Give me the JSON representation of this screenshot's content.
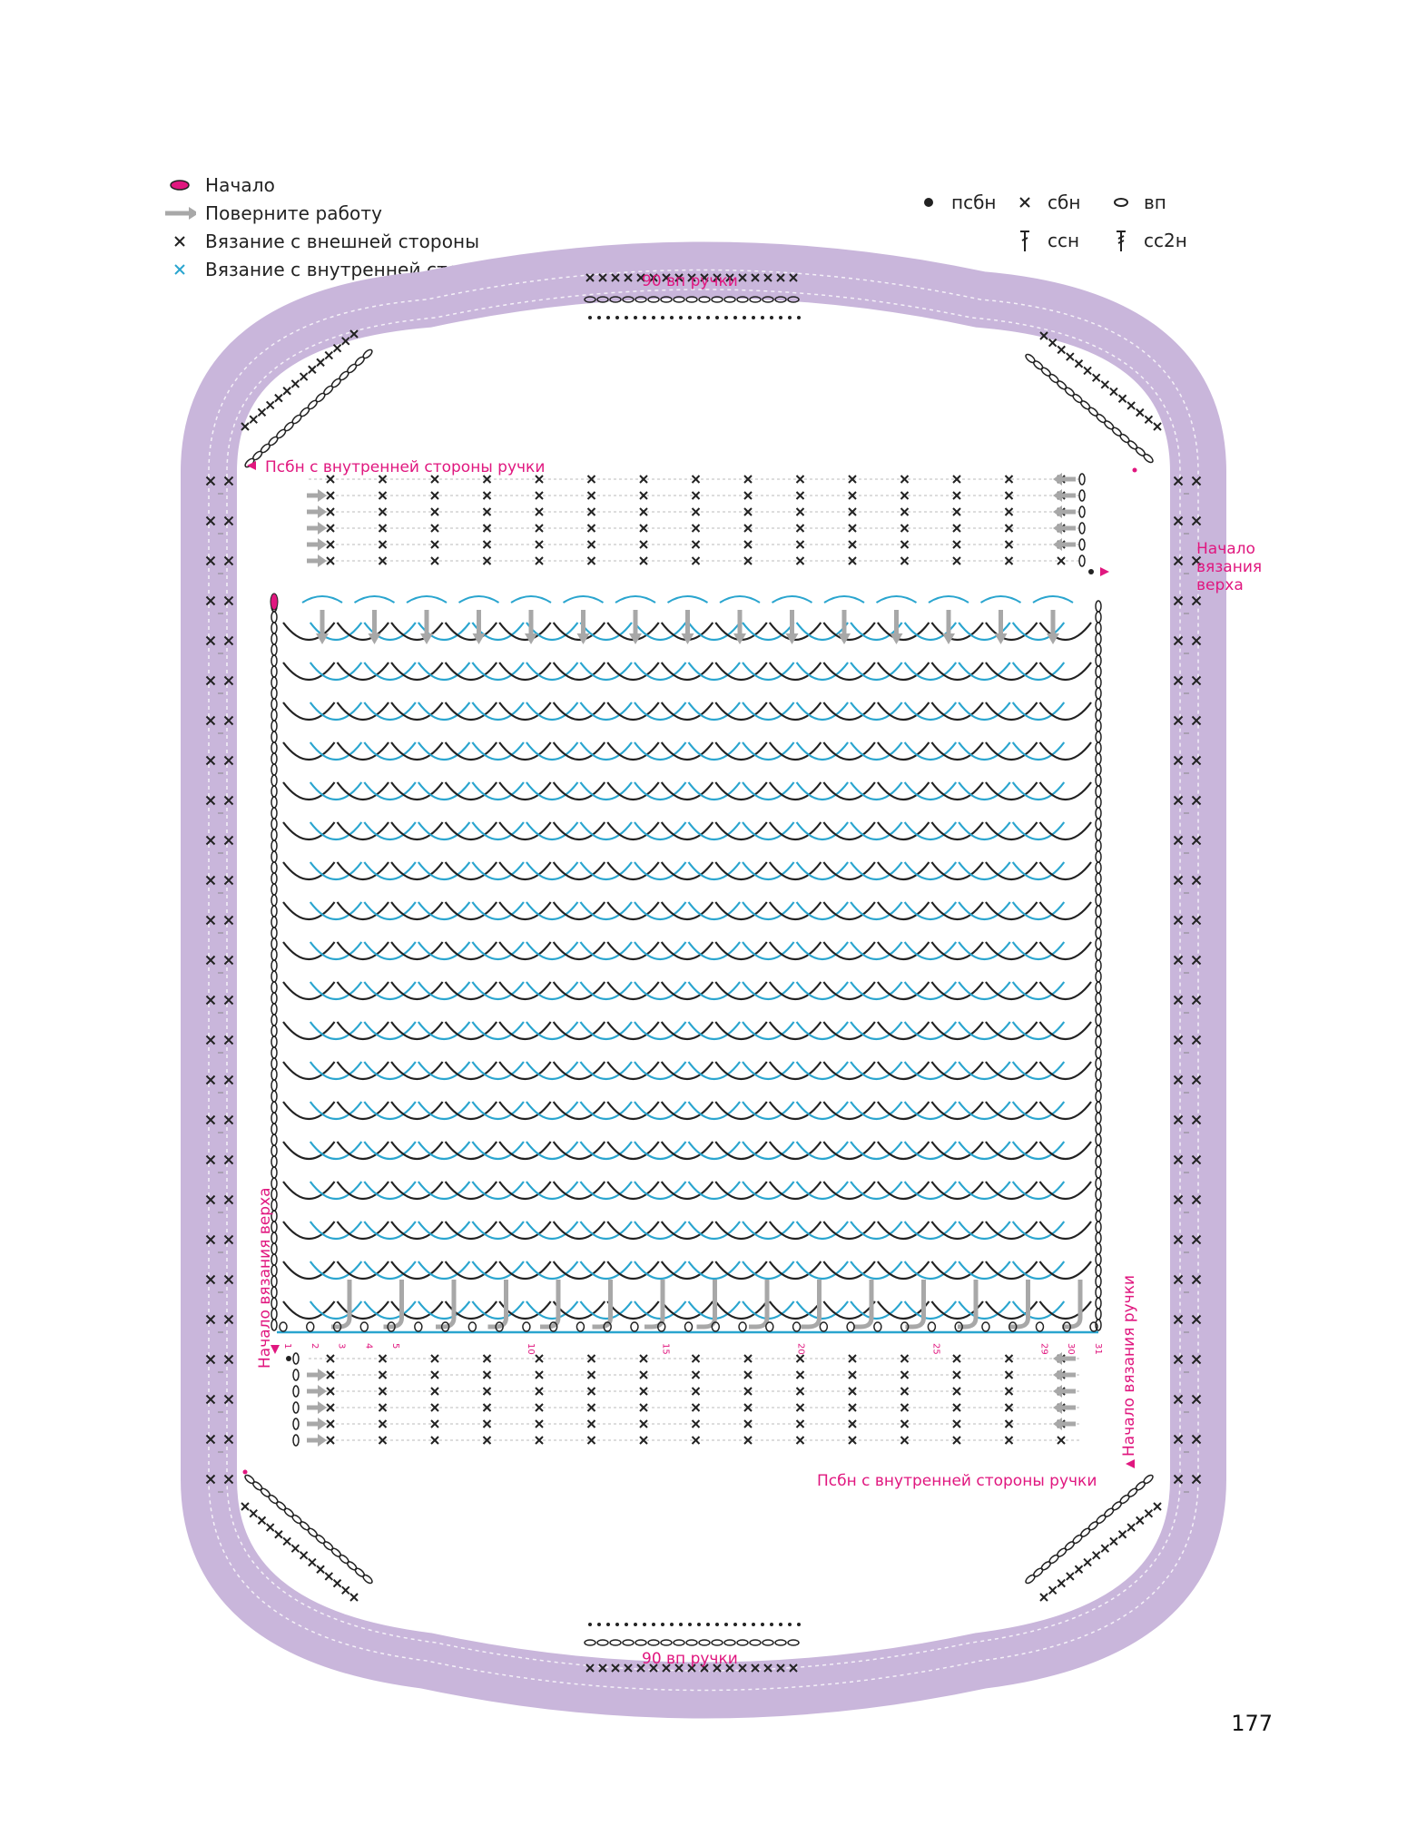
{
  "legend": {
    "items": [
      {
        "symbol": "magenta-oval",
        "label": "Начало"
      },
      {
        "symbol": "gray-arrow",
        "label": "Поверните работу"
      },
      {
        "symbol": "black-cross",
        "label": "Вязание с внешней стороны"
      },
      {
        "symbol": "blue-cross",
        "label": "Вязание с внутренней стороны"
      }
    ]
  },
  "stitch_key": {
    "row1": [
      {
        "symbol": "dot",
        "label": "псбн"
      },
      {
        "symbol": "cross",
        "label": "сбн"
      },
      {
        "symbol": "oval",
        "label": "вп"
      }
    ],
    "row2": [
      {
        "symbol": "dc",
        "label": "ссн"
      },
      {
        "symbol": "tr",
        "label": "сс2н"
      }
    ]
  },
  "annotations": {
    "handle_top": "90 вп ручки",
    "handle_bottom": "90 вп ручки",
    "psbn_top": "Псбн с внутренней стороны ручки",
    "psbn_bottom": "Псбн с внутренней стороны ручки",
    "start_top_right": [
      "Начало",
      "вязания",
      "верха"
    ],
    "start_left_vertical": "Начало вязания верха",
    "start_handle_vertical": "Начало вязания ручки"
  },
  "column_numbers": [
    "1",
    "2",
    "3",
    "4",
    "5",
    "10",
    "15",
    "20",
    "25",
    "29",
    "30",
    "31"
  ],
  "page_number": "177",
  "colors": {
    "magenta": "#e0177f",
    "handle": "#c9b6db",
    "blue": "#2aa5cf",
    "black": "#222222",
    "arrow": "#a8a8a8"
  }
}
